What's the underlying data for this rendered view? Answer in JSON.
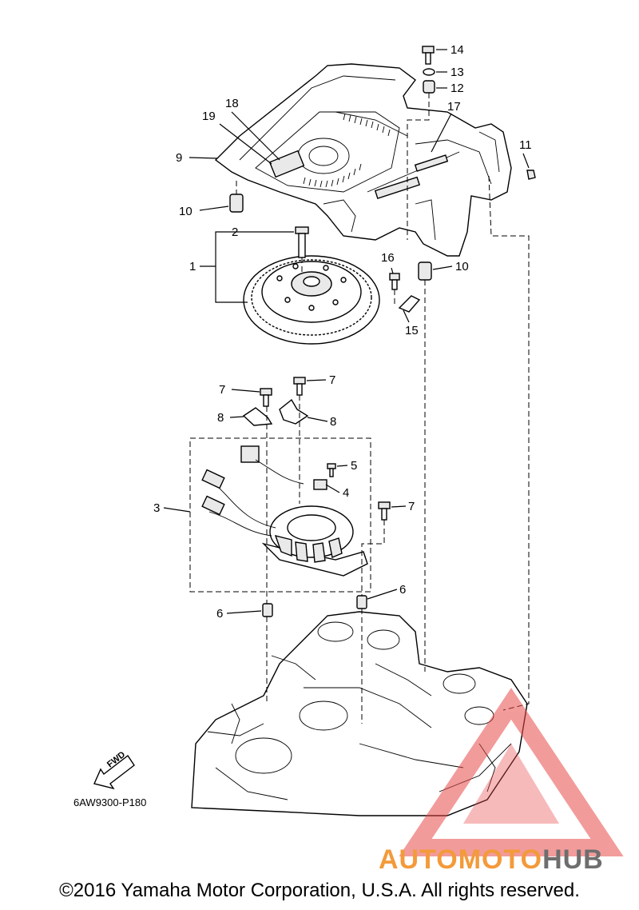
{
  "callouts": [
    {
      "id": "1"
    },
    {
      "id": "2"
    },
    {
      "id": "3"
    },
    {
      "id": "4"
    },
    {
      "id": "5"
    },
    {
      "id": "6"
    },
    {
      "id": "7"
    },
    {
      "id": "8"
    },
    {
      "id": "9"
    },
    {
      "id": "10"
    },
    {
      "id": "11"
    },
    {
      "id": "12"
    },
    {
      "id": "13"
    },
    {
      "id": "14"
    },
    {
      "id": "15"
    },
    {
      "id": "16"
    },
    {
      "id": "17"
    },
    {
      "id": "18"
    },
    {
      "id": "19"
    }
  ],
  "labels": {
    "n1": "1",
    "n2": "2",
    "n3": "3",
    "n4": "4",
    "n5": "5",
    "n6": "6",
    "n7": "7",
    "n8": "8",
    "n9": "9",
    "n10": "10",
    "n11": "11",
    "n12": "12",
    "n13": "13",
    "n14": "14",
    "n15": "15",
    "n16": "16",
    "n17": "17",
    "n18": "18",
    "n19": "19"
  },
  "fwd": "FWD",
  "ref_code": "6AW9300-P180",
  "copyright": "©2016 Yamaha Motor Corporation, U.S.A. All rights reserved.",
  "watermark": {
    "part1": "AUTOMOTO",
    "part2": "HUB",
    "color_orange": "#f39a3a",
    "color_gray": "#6e6e6e",
    "color_red": "#e84a4a"
  }
}
